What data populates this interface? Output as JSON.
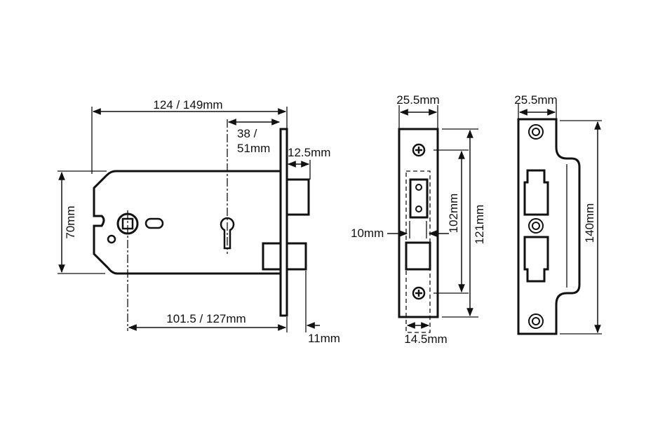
{
  "drawing": {
    "lock_body": {
      "overall_width": "124 / 149mm",
      "backset_line1": "38 /",
      "backset_line2": "51mm",
      "bolt_throw": "12.5mm",
      "height": "70mm",
      "centres": "101.5 / 127mm",
      "latch_throw": "11mm"
    },
    "forend": {
      "width": "25.5mm",
      "fixing_centres": "102mm",
      "length": "121mm",
      "latch_width": "10mm",
      "case_thickness": "14.5mm"
    },
    "strike_plate": {
      "width": "25.5mm",
      "length": "140mm"
    }
  },
  "colors": {
    "line": "#111111",
    "background": "#ffffff"
  }
}
